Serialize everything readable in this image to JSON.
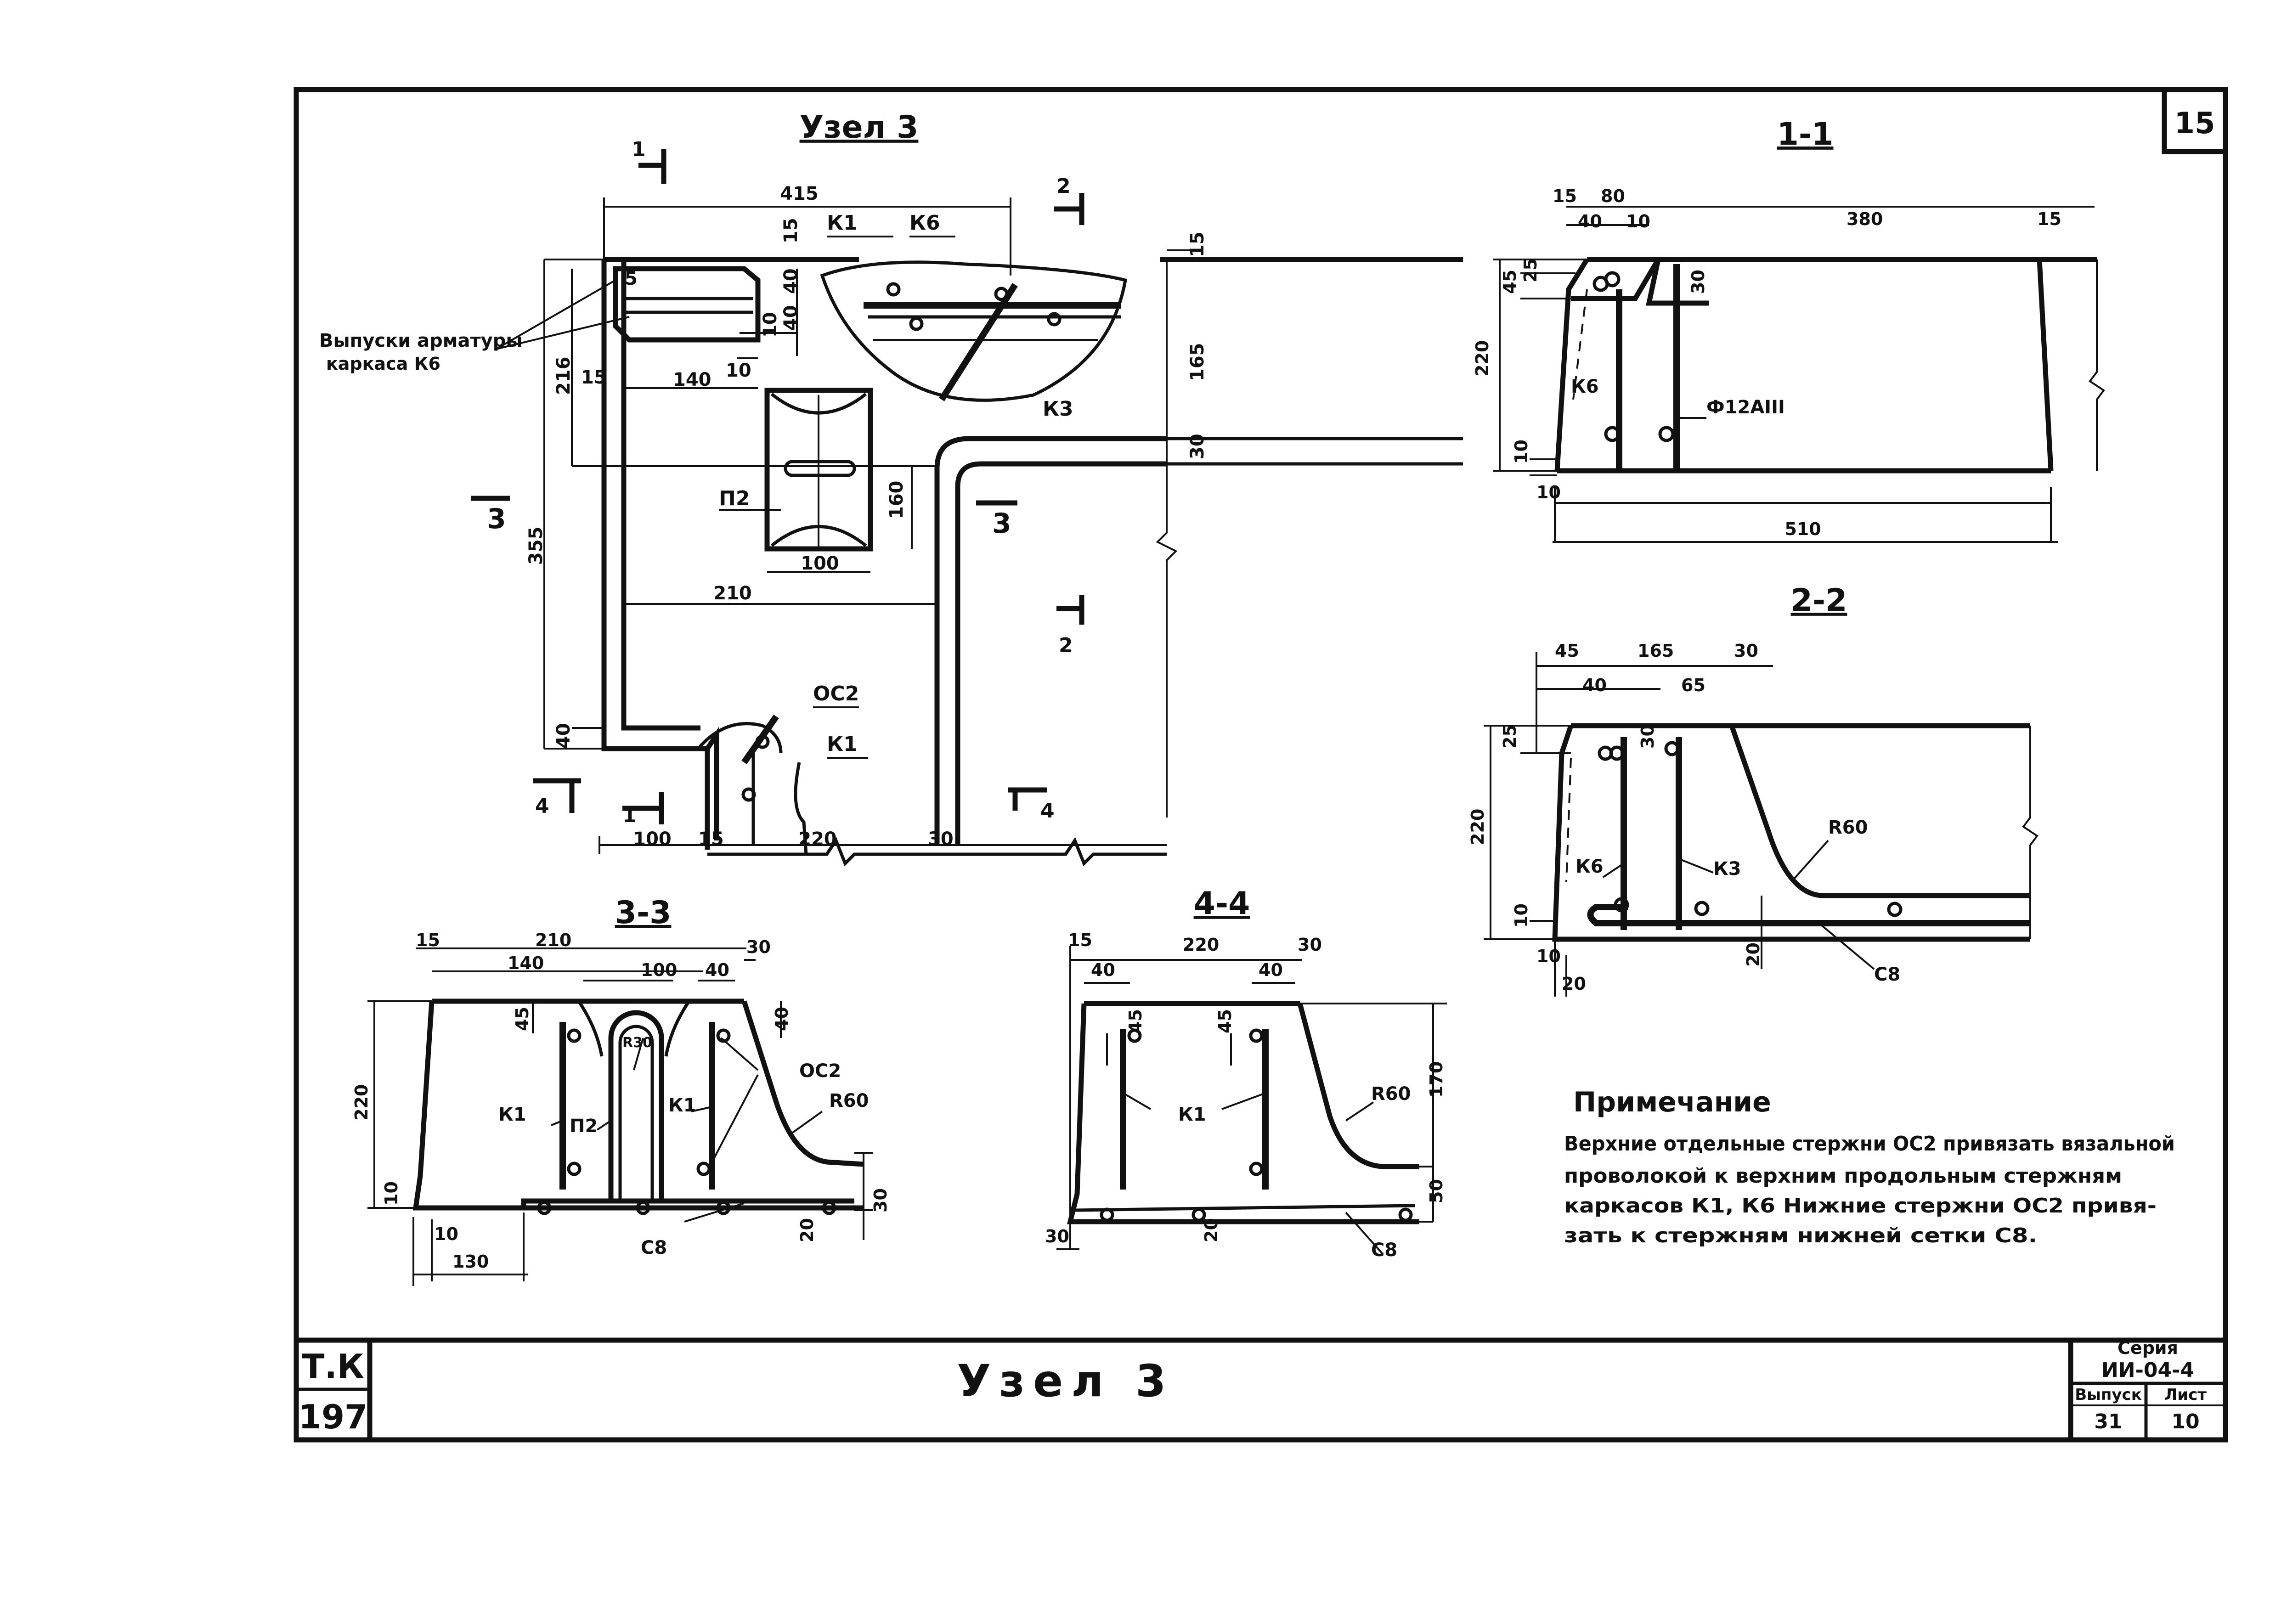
{
  "page_number": "15",
  "title_block": {
    "code_top": "Т.К",
    "code_bottom": "197",
    "title": "Узел 3",
    "series_label": "Серия",
    "series_value": "ИИ-04-4",
    "issue_label": "Выпуск",
    "issue_value": "31",
    "sheet_label": "Лист",
    "sheet_value": "10"
  },
  "views": {
    "main": {
      "title": "Узел 3",
      "callout": "Выпуски арматуры",
      "callout2": "каркаса К6",
      "section_marks": [
        "1",
        "2",
        "3",
        "3",
        "2",
        "4",
        "1",
        "4"
      ],
      "labels": [
        "К1",
        "К6",
        "К3",
        "П2",
        "ОС2",
        "К1"
      ],
      "dims": [
        "415",
        "15",
        "40",
        "40",
        "10",
        "10",
        "165",
        "5",
        "216",
        "15",
        "140",
        "30",
        "160",
        "355",
        "100",
        "210",
        "40",
        "100",
        "15",
        "220",
        "30",
        "15"
      ]
    },
    "s11": {
      "title": "1-1",
      "labels": [
        "К6",
        "Ф12АIII"
      ],
      "dims": [
        "15",
        "80",
        "40",
        "10",
        "380",
        "15",
        "45",
        "25",
        "30",
        "220",
        "10",
        "10",
        "510"
      ]
    },
    "s22": {
      "title": "2-2",
      "labels": [
        "К6",
        "К3",
        "R60",
        "С8"
      ],
      "dims": [
        "45",
        "165",
        "30",
        "40",
        "65",
        "25",
        "30",
        "220",
        "10",
        "10",
        "20",
        "20"
      ]
    },
    "s33": {
      "title": "3-3",
      "labels": [
        "К1",
        "П2",
        "К1",
        "ОС2",
        "R60",
        "R30",
        "С8"
      ],
      "dims": [
        "15",
        "210",
        "140",
        "100",
        "40",
        "30",
        "45",
        "40",
        "220",
        "10",
        "10",
        "130",
        "20",
        "30"
      ]
    },
    "s44": {
      "title": "4-4",
      "labels": [
        "К1",
        "R60",
        "С8"
      ],
      "dims": [
        "15",
        "220",
        "30",
        "40",
        "40",
        "45",
        "45",
        "170",
        "50",
        "30",
        "20"
      ]
    }
  },
  "note": {
    "heading": "Примечание",
    "lines": [
      "Верхние отдельные стержни ОС2 привязать вязальной",
      "проволокой к верхним продольным стержням",
      "каркасов К1, К6   Нижние стержни ОС2 привя-",
      "зать к стержням нижней сетки С8."
    ]
  }
}
